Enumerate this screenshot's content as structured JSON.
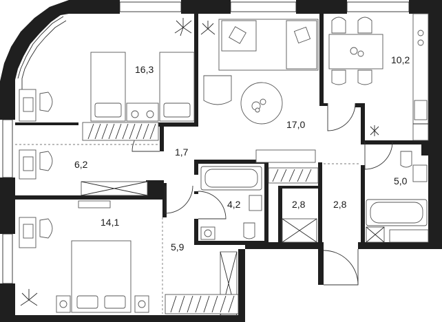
{
  "rooms": [
    {
      "id": "bedroom-1",
      "area": "16,3"
    },
    {
      "id": "living-room",
      "area": "17,0"
    },
    {
      "id": "kitchen",
      "area": "10,2"
    },
    {
      "id": "study",
      "area": "6,2"
    },
    {
      "id": "hall-small",
      "area": "1,7"
    },
    {
      "id": "bathroom-1",
      "area": "4,2"
    },
    {
      "id": "storage",
      "area": "2,8"
    },
    {
      "id": "corridor",
      "area": "2,8"
    },
    {
      "id": "bathroom-2",
      "area": "5,0"
    },
    {
      "id": "bedroom-2",
      "area": "14,1"
    },
    {
      "id": "hallway",
      "area": "5,9"
    }
  ],
  "colors": {
    "wall": "#1f1f1f",
    "line": "#2a2a2a",
    "background": "#ffffff"
  }
}
